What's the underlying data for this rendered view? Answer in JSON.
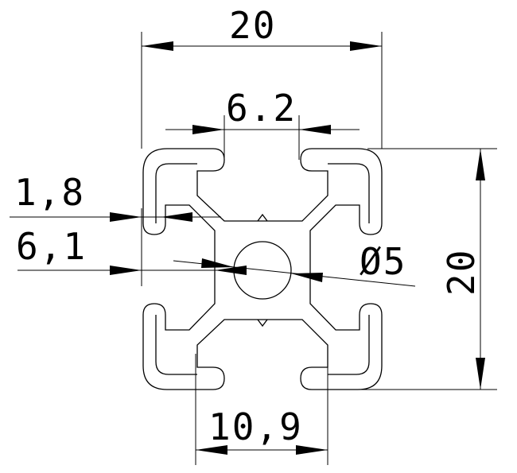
{
  "dimensions": {
    "top_width": "20",
    "slot_top": "6.2",
    "lip_thickness": "1,8",
    "depth": "6,1",
    "bore": "Ø5",
    "side_height": "20",
    "slot_bottom": "10,9"
  }
}
